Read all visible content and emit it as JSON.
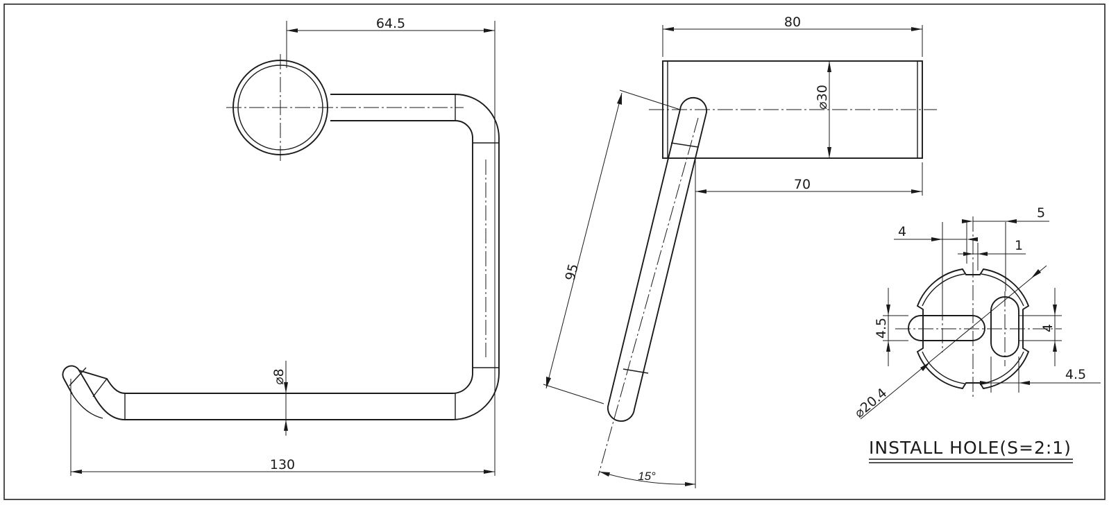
{
  "dimensions": {
    "width_top": "64.5",
    "width_bottom": "130",
    "depth_total": "80",
    "depth_base": "70",
    "base_diameter": "⌀30",
    "rod_diameter": "⌀8",
    "arm_length": "95",
    "arm_angle": "15°"
  },
  "install_hole": {
    "title": "INSTALL HOLE(S=2:1)",
    "dim_4_top": "4",
    "dim_5": "5",
    "dim_1": "1",
    "dim_4_5_left": "4.5",
    "dim_4_right": "4",
    "dim_4_5_right": "4.5",
    "diameter": "⌀20.4"
  }
}
